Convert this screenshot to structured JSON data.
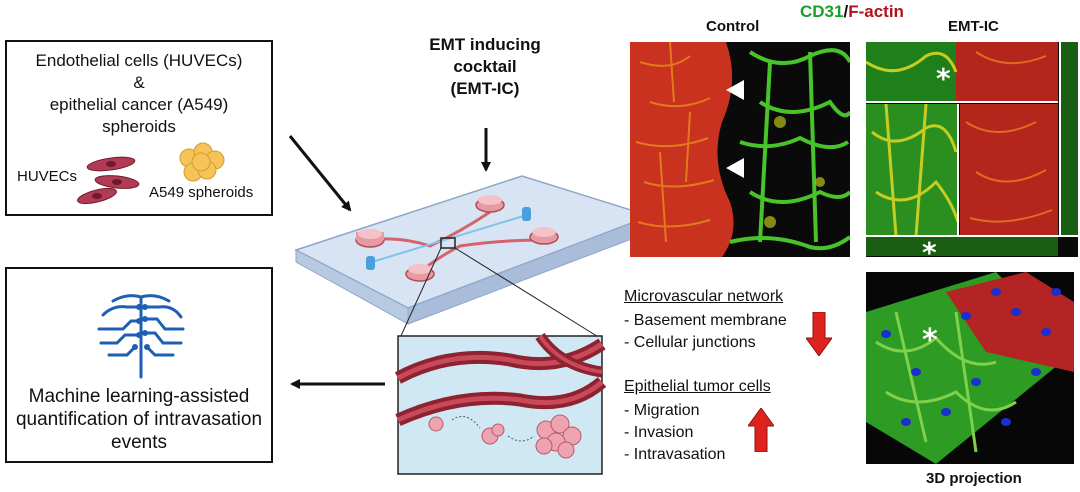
{
  "input_box": {
    "line1": "Endothelial cells (HUVECs)",
    "line2": "&",
    "line3": "epithelial cancer (A549)",
    "line4": "spheroids",
    "huvec_label": "HUVECs",
    "spheroid_label": "A549 spheroids"
  },
  "emt": {
    "line1": "EMT inducing",
    "line2": "cocktail",
    "line3": "(EMT-IC)"
  },
  "ml_box": {
    "line1": "Machine learning-assisted",
    "line2": "quantification of intravasation",
    "line3": "events"
  },
  "microscopy": {
    "control_label": "Control",
    "emt_label": "EMT-IC",
    "stain_cd31": "CD31",
    "stain_sep": "/",
    "stain_factin": "F-actin",
    "projection_label": "3D projection",
    "colors": {
      "cd31": "#1aa12a",
      "factin": "#b0121a"
    }
  },
  "findings": {
    "network_title": "Microvascular network",
    "network_items": [
      "- Basement membrane",
      "- Cellular junctions"
    ],
    "network_trend": "down",
    "tumor_title": "Epithelial tumor cells",
    "tumor_items": [
      "- Migration",
      "- Invasion",
      "- Intravasation"
    ],
    "tumor_trend": "up",
    "arrow_color": "#e0221c"
  }
}
